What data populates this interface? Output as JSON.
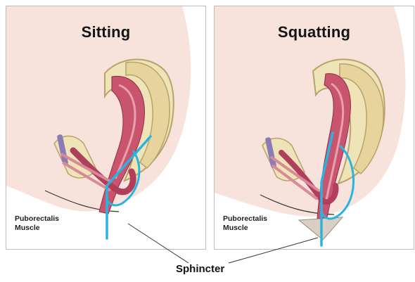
{
  "panels": [
    {
      "title": "Sitting",
      "muscle_label_line1": "Puborectalis",
      "muscle_label_line2": "Muscle"
    },
    {
      "title": "Squatting",
      "muscle_label_line1": "Puborectalis",
      "muscle_label_line2": "Muscle"
    }
  ],
  "bottom_label": "Sphincter",
  "colors": {
    "skin": "#f7e3dc",
    "bone": "#efe3b8",
    "bone_outline": "#b8a36a",
    "muscle": "#c8546e",
    "muscle_light": "#e8a0ae",
    "anorectal_angle": "#2bb3e0",
    "funnel": "#d9d0c3"
  }
}
